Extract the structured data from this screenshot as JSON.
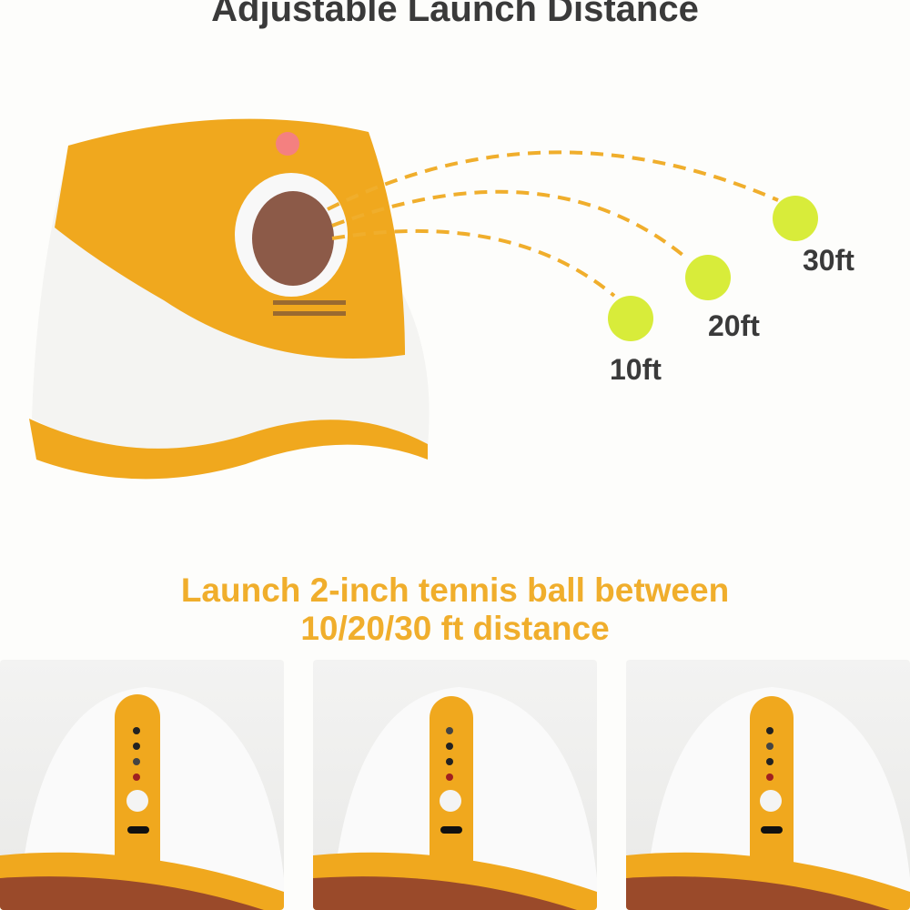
{
  "headline": "Adjustable Launch Distance",
  "subheadline_line1": "Launch 2-inch tennis ball between",
  "subheadline_line2": "10/20/30 ft distance",
  "distances": [
    "10ft",
    "20ft",
    "30ft"
  ],
  "colors": {
    "accent": "#f0a81e",
    "headline": "#3a3a3a",
    "subheadline": "#f0ae2c",
    "ball": "#d8ec3a"
  },
  "panels": [
    {
      "selected_level": "10ft"
    },
    {
      "selected_level": "20ft"
    },
    {
      "selected_level": "30ft"
    }
  ]
}
